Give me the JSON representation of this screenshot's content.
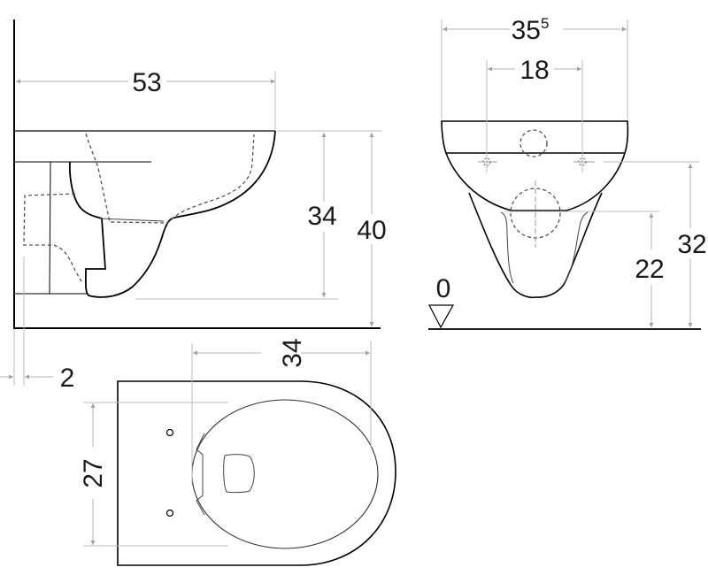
{
  "diagram": {
    "type": "technical-dimension-drawing",
    "subject": "wall-hung toilet",
    "units": "cm",
    "views": {
      "side": {
        "dimensions": {
          "length": "53",
          "rim_height_from_bottom": "34",
          "overall_height": "40",
          "wall_gap": "2"
        }
      },
      "front": {
        "dimensions": {
          "width_main": "35",
          "width_superscript": "5",
          "fixing_distance": "18",
          "fixing_height": "32",
          "outlet_height": "22",
          "floor_reference": "0"
        }
      },
      "top": {
        "dimensions": {
          "bowl_length": "34",
          "bowl_width": "27"
        }
      }
    },
    "colors": {
      "outline": "#000000",
      "dimension_line": "#b4b4b4",
      "arrow": "#a0a0a0",
      "text": "#1a1a1a"
    }
  }
}
